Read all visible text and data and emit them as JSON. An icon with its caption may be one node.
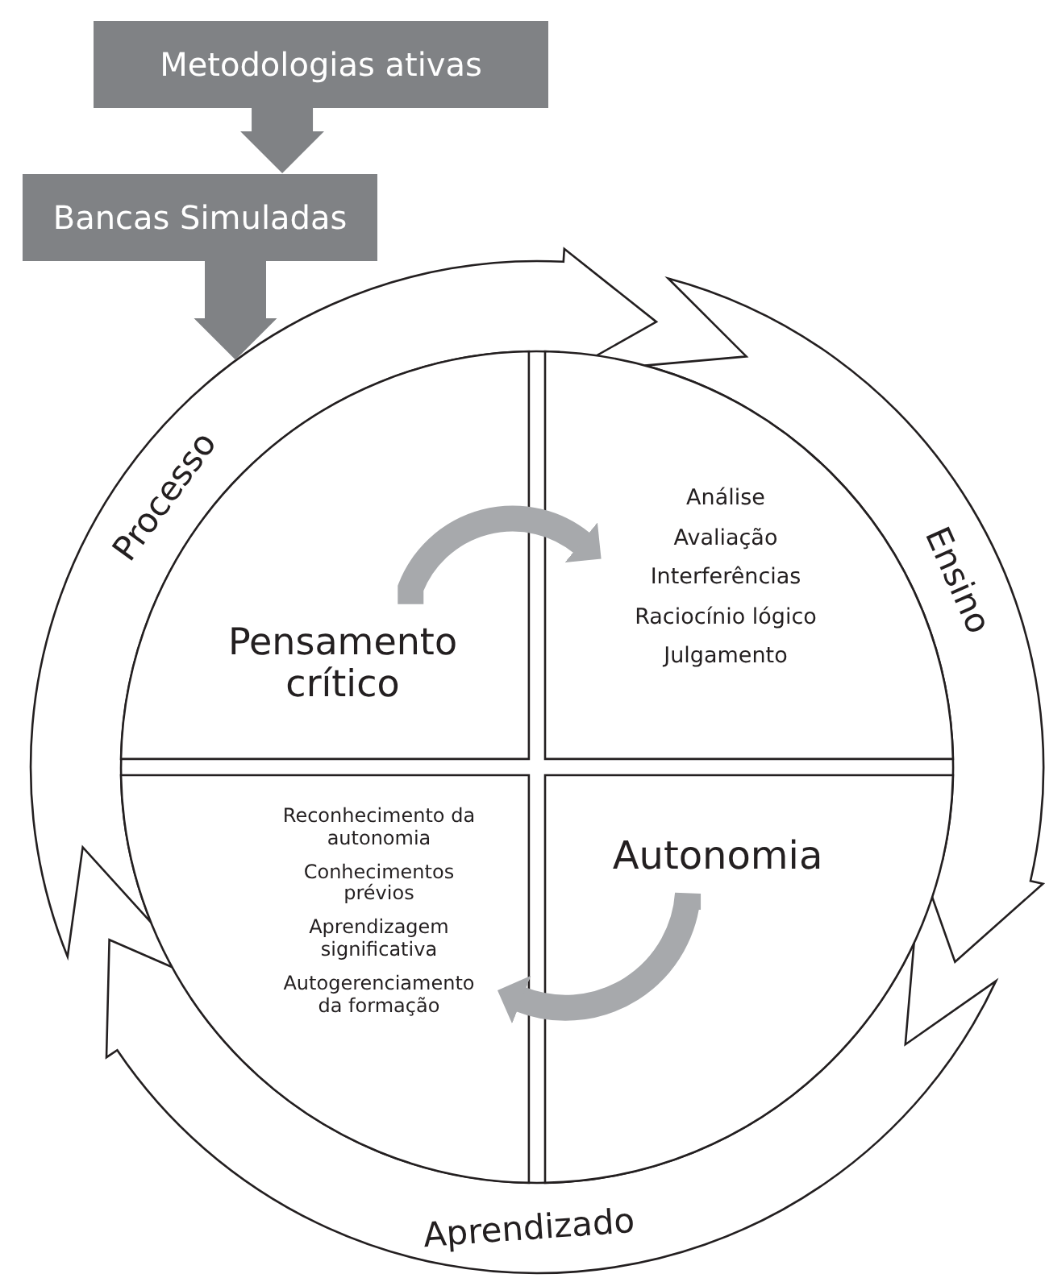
{
  "diagram": {
    "nodes": [
      {
        "text": [
          "Metodologias ativas"
        ]
      },
      {
        "text": [
          "Bancas Simuladas"
        ]
      },
      {
        "text": [
          "Processo",
          "Ensino",
          "Aprendizado"
        ]
      },
      {
        "text": [
          "Pensamento crítico"
        ],
        "in": 2
      },
      {
        "text": [
          "Análise",
          "Avaliação",
          "Interferências",
          "Raciocínio lógico",
          "Julgamento"
        ],
        "in": 2
      },
      {
        "text": [
          "Reconhecimento da autonomia",
          "Conhecimentos prévios",
          "Aprendizagem significativa",
          "Autogerenciamento da formação"
        ],
        "in": 2
      },
      {
        "text": [
          "Autonomia"
        ],
        "in": 2
      }
    ],
    "edges": [
      {
        "from": 0,
        "to": 1,
        "arrow": "to",
        "style": "thick",
        "color": "#808285"
      },
      {
        "from": 1,
        "to": 2,
        "arrow": "to",
        "style": "thick",
        "color": "#808285"
      },
      {
        "from": 3,
        "to": 4,
        "arrow": "to",
        "color": "#a7a9ac"
      },
      {
        "from": 6,
        "to": 5,
        "arrow": "to",
        "color": "#a7a9ac"
      }
    ]
  }
}
